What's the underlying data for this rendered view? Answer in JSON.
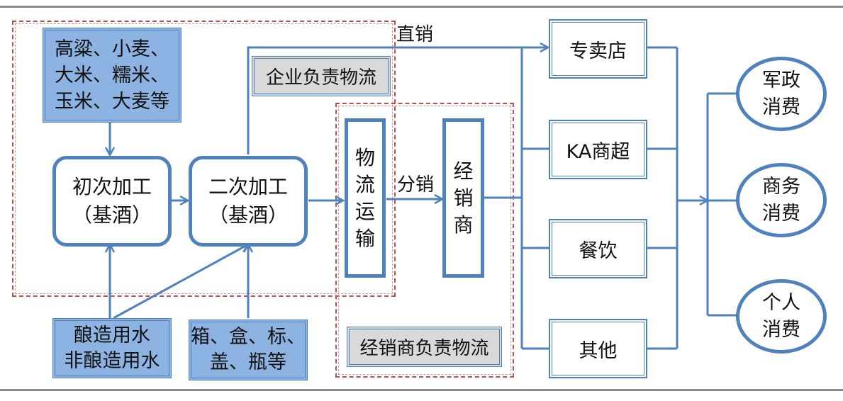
{
  "colors": {
    "flow_line": "#4f81bd",
    "raw_material_fill": "#8db3e2",
    "logistics_label_fill": "#d9d9d9",
    "responsibility_dash": "#c0504d"
  },
  "raw_materials": {
    "grains": [
      "高粱、小麦、",
      "大米、糯米、",
      "玉米、大麦等"
    ],
    "water": [
      "酿造用水",
      "非酿造用水"
    ],
    "packaging": [
      "箱、盒、标、",
      "盖、瓶等"
    ]
  },
  "processing": {
    "primary": [
      "初次加工",
      "（基酒）"
    ],
    "secondary": [
      "二次加工",
      "（基酒）"
    ]
  },
  "logistics": {
    "transport": [
      "物",
      "流",
      "运",
      "输"
    ],
    "distributor": [
      "经",
      "销",
      "商"
    ]
  },
  "flow_labels": {
    "direct_sales": "直销",
    "distribution": "分销"
  },
  "responsibility_zones": {
    "enterprise": "企业负责物流",
    "distributor": "经销商负责物流"
  },
  "channels": [
    "专卖店",
    "KA商超",
    "餐饮",
    "其他"
  ],
  "consumers": [
    [
      "军政",
      "消费"
    ],
    [
      "商务",
      "消费"
    ],
    [
      "个人",
      "消费"
    ]
  ]
}
